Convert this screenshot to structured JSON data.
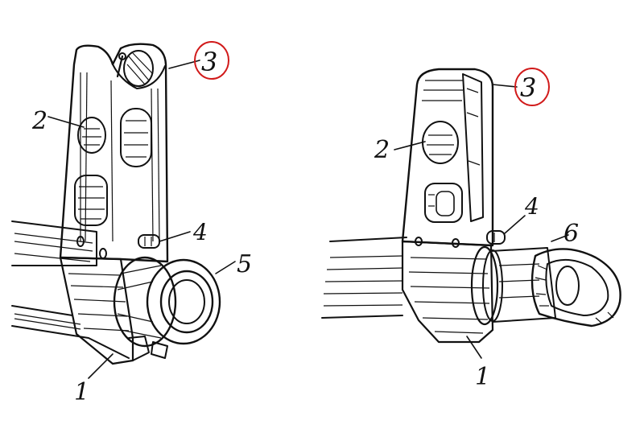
{
  "colors": {
    "ink": "#111111",
    "highlight": "#d11a1a",
    "paper": "#ffffff"
  },
  "left_figure": {
    "labels": {
      "base": "1",
      "rear_sight_hole": "2",
      "front_sight_post": "3",
      "pin": "4",
      "nut": "5"
    }
  },
  "right_figure": {
    "labels": {
      "base": "1",
      "rear_sight_hole": "2",
      "front_sight_post": "3",
      "pin": "4",
      "muzzle_cap": "6"
    }
  }
}
